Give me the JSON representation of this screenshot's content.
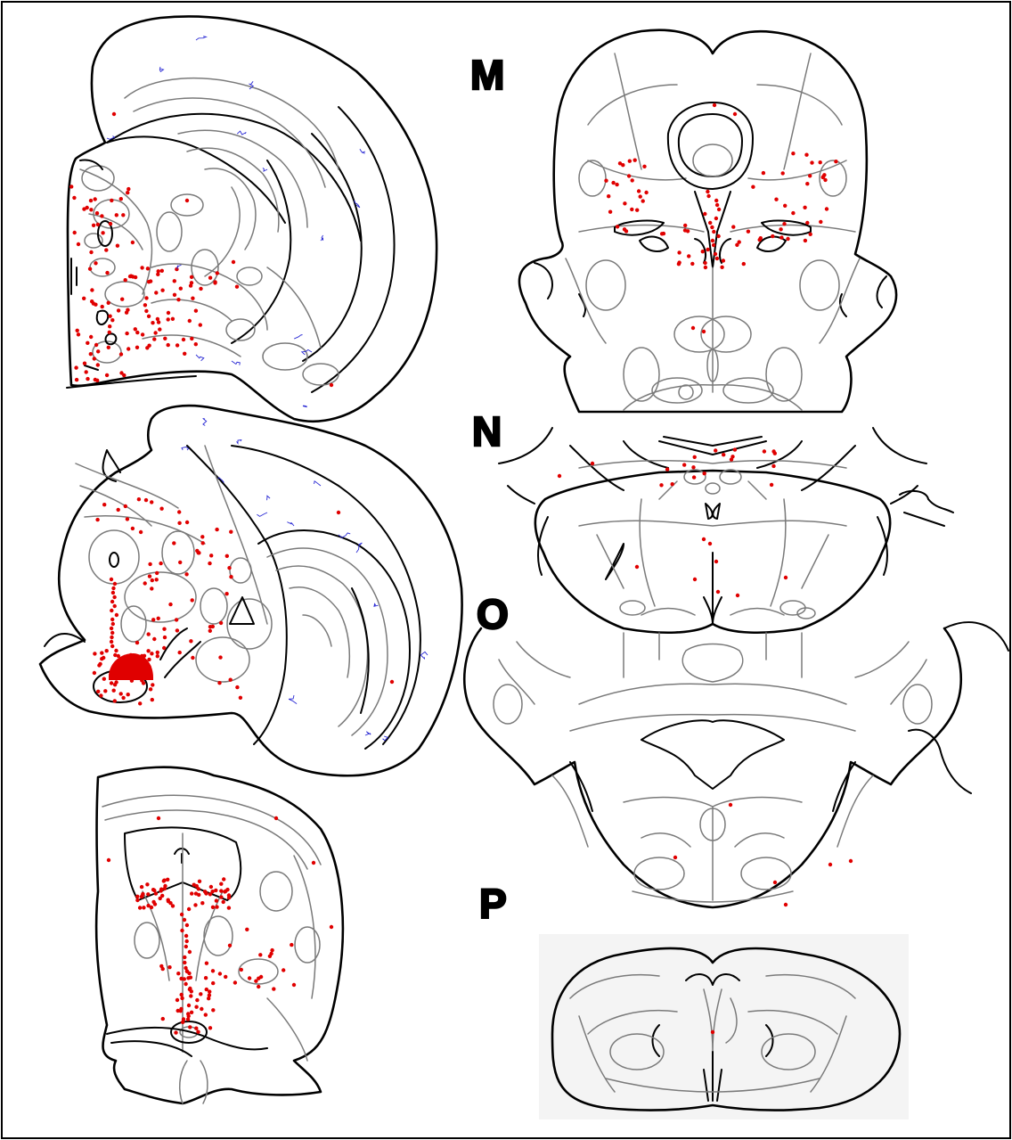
{
  "figure": {
    "panel_labels": {
      "m": "M",
      "n": "N",
      "o": "O",
      "p": "P"
    },
    "colors": {
      "frame": "#000000",
      "outline": "#000000",
      "region_lines": "#7a7a7a",
      "labeled_cells": "#e00000",
      "fibers": "#2a2ad4",
      "panel_p_background": "#f4f4f4"
    },
    "sections": [
      {
        "id": "forebrain-section-1",
        "has_fibers": true,
        "cell_density": "high"
      },
      {
        "id": "forebrain-section-2",
        "has_fibers": true,
        "cell_density": "high",
        "dense_cluster": true
      },
      {
        "id": "forebrain-section-3",
        "has_fibers": false,
        "cell_density": "high"
      },
      {
        "id": "M",
        "cell_density": "high"
      },
      {
        "id": "N",
        "cell_density": "moderate"
      },
      {
        "id": "O",
        "cell_density": "low"
      },
      {
        "id": "P",
        "cell_density": "very-low"
      }
    ]
  }
}
